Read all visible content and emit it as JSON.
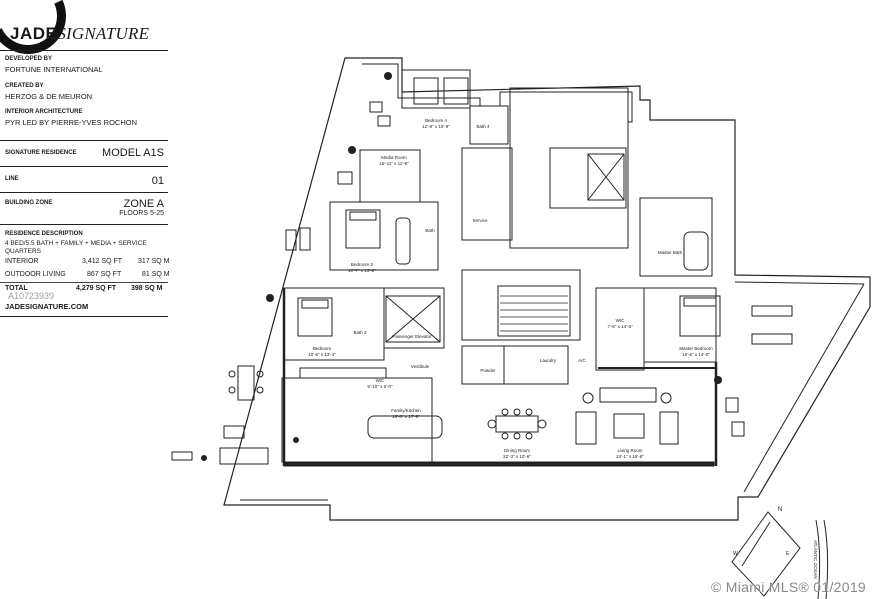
{
  "brand": {
    "bold": "JADE",
    "italic": "SIGNATURE"
  },
  "developed_by": {
    "label": "DEVELOPED BY",
    "value": "FORTUNE INTERNATIONAL"
  },
  "created_by": {
    "label": "CREATED BY",
    "value": "HERZOG & DE MEURON"
  },
  "interior": {
    "label": "INTERIOR ARCHITECTURE",
    "value": "PYR LED BY PIERRE-YVES ROCHON"
  },
  "residence": {
    "label": "SIGNATURE RESIDENCE",
    "model": "MODEL A1S"
  },
  "line": {
    "label": "LINE",
    "value": "01"
  },
  "zone": {
    "label": "BUILDING ZONE",
    "zone": "ZONE A",
    "floors": "FLOORS 5-25"
  },
  "description": {
    "label": "RESIDENCE DESCRIPTION",
    "text": "4 BED/5.5 BATH + FAMILY + MEDIA + SERVICE QUARTERS",
    "line1": "4 BED/5.5 BATH + FAMILY + MEDIA + SERVICE",
    "line2": "QUARTERS"
  },
  "areas": [
    {
      "name": "INTERIOR",
      "sqft": "3,412 SQ FT",
      "sqm": "317 SQ M"
    },
    {
      "name": "OUTDOOR LIVING",
      "sqft": "867 SQ FT",
      "sqm": "81 SQ M"
    },
    {
      "name": "TOTAL",
      "sqft": "4,279 SQ FT",
      "sqm": "398 SQ M"
    }
  ],
  "website": "JADESIGNATURE.COM",
  "listing_id": "A10723939",
  "watermark": "© Miami MLS® 01/2019",
  "rooms": [
    {
      "name": "Bedroom 4",
      "dim": "12'-8\" x 15'-9\""
    },
    {
      "name": "Bath 4",
      "dim": ""
    },
    {
      "name": "Media Room",
      "dim": "15'-11\" x 11'-8\""
    },
    {
      "name": "Bedroom 3",
      "dim": "10'-7\" x 13'-8\""
    },
    {
      "name": "Bath",
      "dim": ""
    },
    {
      "name": "Service",
      "dim": ""
    },
    {
      "name": "Bedroom",
      "dim": "10'-6\" x 13'-4\""
    },
    {
      "name": "Bath 2",
      "dim": ""
    },
    {
      "name": "Passenger Elevator",
      "dim": ""
    },
    {
      "name": "WIC",
      "dim": "9'-10\" x 6'-0\""
    },
    {
      "name": "Vestibule",
      "dim": ""
    },
    {
      "name": "Family/Kitchen",
      "dim": "16'-8\" x 17'-9\""
    },
    {
      "name": "Master Bath",
      "dim": ""
    },
    {
      "name": "WIC",
      "dim": "7'-6\" x 14'-6\""
    },
    {
      "name": "Master Bedroom",
      "dim": "15'-6\" x 14'-0\""
    },
    {
      "name": "Powder",
      "dim": ""
    },
    {
      "name": "Laundry",
      "dim": ""
    },
    {
      "name": "A/C",
      "dim": ""
    },
    {
      "name": "Dining Room",
      "dim": "22'-3\" x 10'-6\""
    },
    {
      "name": "Living Room",
      "dim": "24'-1\" x 16'-8\""
    }
  ],
  "compass": {
    "n": "N",
    "e": "E",
    "w": "W",
    "street": "ATLANTIC OCEAN"
  }
}
